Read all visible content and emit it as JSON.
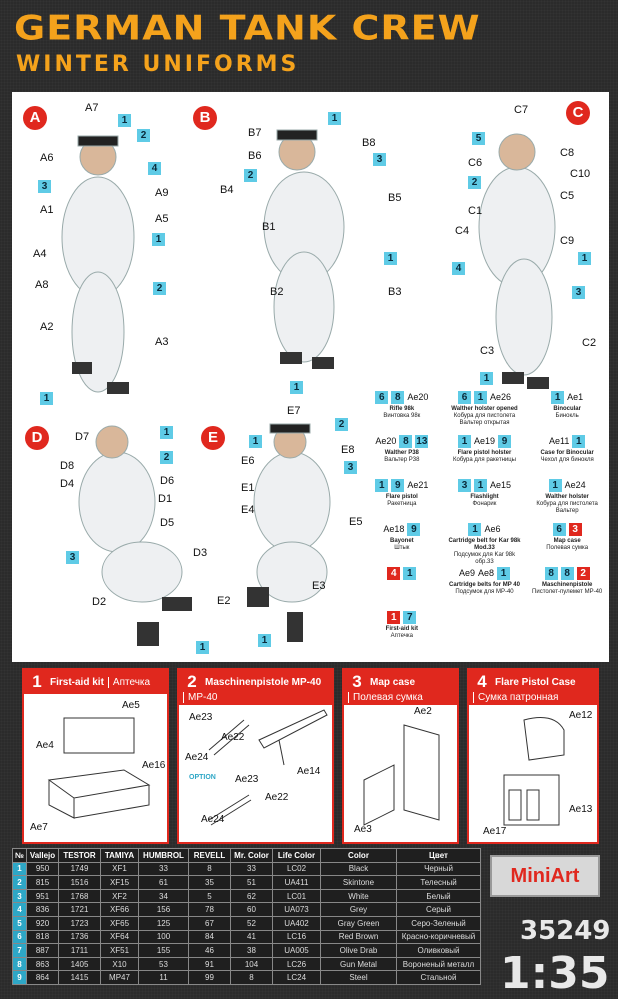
{
  "header": {
    "title": "GERMAN TANK CREW",
    "subtitle": "WINTER UNIFORMS"
  },
  "figures": {
    "A": {
      "badge": "A",
      "labels": [
        "A7",
        "1",
        "2",
        "A6",
        "4",
        "3",
        "A9",
        "A1",
        "A5",
        "1",
        "A4",
        "A8",
        "2",
        "A2",
        "A3",
        "1"
      ]
    },
    "B": {
      "badge": "B",
      "labels": [
        "B7",
        "1",
        "3",
        "B6",
        "B8",
        "2",
        "B4",
        "B5",
        "B1",
        "1",
        "B2",
        "B3",
        "1"
      ]
    },
    "C": {
      "badge": "C",
      "labels": [
        "C7",
        "5",
        "C8",
        "C6",
        "C10",
        "2",
        "C5",
        "C1",
        "C4",
        "C9",
        "1",
        "4",
        "3",
        "C3",
        "C2",
        "1"
      ]
    },
    "D": {
      "badge": "D",
      "labels": [
        "D7",
        "1",
        "2",
        "D8",
        "D6",
        "D4",
        "D1",
        "D5",
        "D3",
        "3",
        "D2",
        "1"
      ]
    },
    "E": {
      "badge": "E",
      "labels": [
        "E7",
        "2",
        "1",
        "E8",
        "E6",
        "3",
        "E1",
        "E4",
        "E5",
        "E3",
        "E2",
        "1"
      ]
    }
  },
  "accessories": [
    {
      "name": "Rifle 98k",
      "ru": "Винтовка 98к",
      "tags": [
        "6",
        "8",
        "Ae20"
      ]
    },
    {
      "name": "Walther holster opened",
      "ru": "Кобура для пистолета Вальтер открытая",
      "tags": [
        "6",
        "1",
        "Ae26"
      ]
    },
    {
      "name": "Binocular",
      "ru": "Бинокль",
      "tags": [
        "1",
        "Ae1"
      ]
    },
    {
      "name": "Walther P38",
      "ru": "Вальтер Р38",
      "tags": [
        "Ae20",
        "8",
        "13"
      ]
    },
    {
      "name": "Flare pistol holster",
      "ru": "Кобура для ракетницы",
      "tags": [
        "1",
        "Ae19",
        "9"
      ]
    },
    {
      "name": "Case for Binocular",
      "ru": "Чехол для бинокля",
      "tags": [
        "Ae11",
        "1"
      ]
    },
    {
      "name": "Flare pistol",
      "ru": "Ракетница",
      "tags": [
        "1",
        "9",
        "Ae21"
      ]
    },
    {
      "name": "Flashlight",
      "ru": "Фонарик",
      "tags": [
        "3",
        "1",
        "Ae15"
      ]
    },
    {
      "name": "Walther holster",
      "ru": "Кобура для пистолета Вальтер",
      "tags": [
        "1",
        "Ae24"
      ]
    },
    {
      "name": "Bayonet",
      "ru": "Штык",
      "tags": [
        "Ae18",
        "9"
      ]
    },
    {
      "name": "Cartridge belt for Kar 98k Mod.33",
      "ru": "Подсумок для Kar 98k обр.33",
      "tags": [
        "1",
        "Ae6"
      ]
    },
    {
      "name": "Map case",
      "ru": "Полевая сумка",
      "tags": [
        "6",
        "3"
      ]
    },
    {
      "name": "",
      "ru": "",
      "tags": [
        "4",
        "1"
      ]
    },
    {
      "name": "Cartridge belts for MP 40",
      "ru": "Подсумок для МР-40",
      "tags": [
        "Ae9",
        "Ae8",
        "1"
      ]
    },
    {
      "name": "Maschinenpistole",
      "ru": "Пистолет-пулемет МР-40",
      "tags": [
        "8",
        "8",
        "2"
      ]
    },
    {
      "name": "First-aid kit",
      "ru": "Аптечка",
      "tags": [
        "1",
        "7"
      ]
    }
  ],
  "panels": [
    {
      "num": "1",
      "title": "First-aid kit",
      "ru": "Аптечка",
      "parts": [
        "Ae5",
        "Ae4",
        "Ae16",
        "Ae7"
      ]
    },
    {
      "num": "2",
      "title": "Maschinenpistole MP-40",
      "ru": "MP-40",
      "parts": [
        "Ae23",
        "Ae24",
        "Ae22",
        "Ae14",
        "Ae23",
        "Ae22",
        "Ae24"
      ],
      "option": "OPTION"
    },
    {
      "num": "3",
      "title": "Map case",
      "ru": "Полевая сумка",
      "parts": [
        "Ae2",
        "Ae3"
      ]
    },
    {
      "num": "4",
      "title": "Flare Pistol Case",
      "ru": "Сумка патронная",
      "parts": [
        "Ae12",
        "Ae13",
        "Ae17"
      ]
    }
  ],
  "paint_table": {
    "headers": [
      "№",
      "Vallejo",
      "TESTOR",
      "TAMIYA",
      "HUMBROL",
      "REVELL",
      "Mr. Color",
      "Life Color",
      "Color",
      "Цвет"
    ],
    "rows": [
      [
        "1",
        "950",
        "1749",
        "XF1",
        "33",
        "8",
        "33",
        "LC02",
        "Black",
        "Черный"
      ],
      [
        "2",
        "815",
        "1516",
        "XF15",
        "61",
        "35",
        "51",
        "UA411",
        "Skintone",
        "Телесный"
      ],
      [
        "3",
        "951",
        "1768",
        "XF2",
        "34",
        "5",
        "62",
        "LC01",
        "White",
        "Белый"
      ],
      [
        "4",
        "836",
        "1721",
        "XF66",
        "156",
        "78",
        "60",
        "UA073",
        "Grey",
        "Серый"
      ],
      [
        "5",
        "920",
        "1723",
        "XF65",
        "125",
        "67",
        "52",
        "UA402",
        "Gray Green",
        "Серо-Зеленый"
      ],
      [
        "6",
        "818",
        "1736",
        "XF64",
        "100",
        "84",
        "41",
        "LC16",
        "Red Brown",
        "Красно-коричневый"
      ],
      [
        "7",
        "887",
        "1711",
        "XF51",
        "155",
        "46",
        "38",
        "UA005",
        "Olive Drab",
        "Оливковый"
      ],
      [
        "8",
        "863",
        "1405",
        "X10",
        "53",
        "91",
        "104",
        "LC26",
        "Gun Metal",
        "Вороненый металл"
      ],
      [
        "9",
        "864",
        "1415",
        "MP47",
        "11",
        "99",
        "8",
        "LC24",
        "Steel",
        "Стальной"
      ]
    ]
  },
  "brand": {
    "logo": "MiniArt",
    "code": "35249",
    "scale": "1:35"
  },
  "colors": {
    "accent": "#f4a21c",
    "red": "#e0281e",
    "blue": "#5fcbe6"
  }
}
